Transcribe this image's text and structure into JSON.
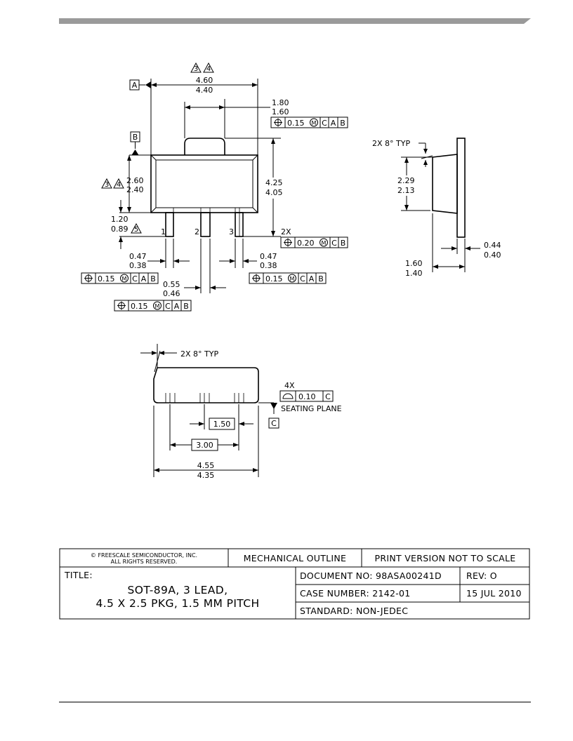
{
  "top_view": {
    "datum_a": "A",
    "datum_b": "B",
    "note_3": "3",
    "note_4": "4",
    "note_5": "5",
    "body_width_max": "4.60",
    "body_width_min": "4.40",
    "tab_width_max": "1.80",
    "tab_width_min": "1.60",
    "fcf_tab": {
      "tol": "0.15",
      "mod": "M",
      "d1": "C",
      "d2": "A",
      "d3": "B"
    },
    "body_height_max": "2.60",
    "body_height_min": "2.40",
    "overall_height_max": "4.25",
    "overall_height_min": "4.05",
    "lead_len_max": "1.20",
    "lead_len_min": "0.89",
    "lead_1": "1",
    "lead_2": "2",
    "lead_3": "3",
    "lead_count": "2X",
    "fcf_leads13": {
      "tol": "0.20",
      "mod": "M",
      "d1": "C",
      "d2": "B"
    },
    "lead1_w_max": "0.47",
    "lead1_w_min": "0.38",
    "lead3_w_max": "0.47",
    "lead3_w_min": "0.38",
    "fcf_lead1": {
      "tol": "0.15",
      "mod": "M",
      "d1": "C",
      "d2": "A",
      "d3": "B"
    },
    "fcf_lead3": {
      "tol": "0.15",
      "mod": "M",
      "d1": "C",
      "d2": "A",
      "d3": "B"
    },
    "lead2_w_max": "0.55",
    "lead2_w_min": "0.46",
    "fcf_lead2": {
      "tol": "0.15",
      "mod": "M",
      "d1": "C",
      "d2": "A",
      "d3": "B"
    }
  },
  "side_view": {
    "draft_note": "2X 8° TYP",
    "height_max": "2.29",
    "height_min": "2.13",
    "lead_thk_max": "0.44",
    "lead_thk_min": "0.40",
    "total_thk_max": "1.60",
    "total_thk_min": "1.40"
  },
  "front_view": {
    "draft_note": "2X 8° TYP",
    "flatness_count": "4X",
    "flatness_tol": "0.10",
    "flatness_datum": "C",
    "seating_plane": "SEATING PLANE",
    "datum_c": "C",
    "pitch": "1.50",
    "pitch_2x": "3.00",
    "width_max": "4.55",
    "width_min": "4.35"
  },
  "title_block": {
    "copyright_line1": "© FREESCALE SEMICONDUCTOR, INC.",
    "copyright_line2": "ALL RIGHTS RESERVED.",
    "mechanical_outline": "MECHANICAL OUTLINE",
    "print_version": "PRINT VERSION NOT TO SCALE",
    "title_label": "TITLE:",
    "title_line1": "SOT-89A, 3 LEAD,",
    "title_line2": "4.5 X 2.5 PKG, 1.5 MM PITCH",
    "document_no": "DOCUMENT NO: 98ASA00241D",
    "rev": "REV: O",
    "case_number": "CASE NUMBER: 2142-01",
    "date": "15 JUL 2010",
    "standard": "STANDARD: NON-JEDEC"
  }
}
